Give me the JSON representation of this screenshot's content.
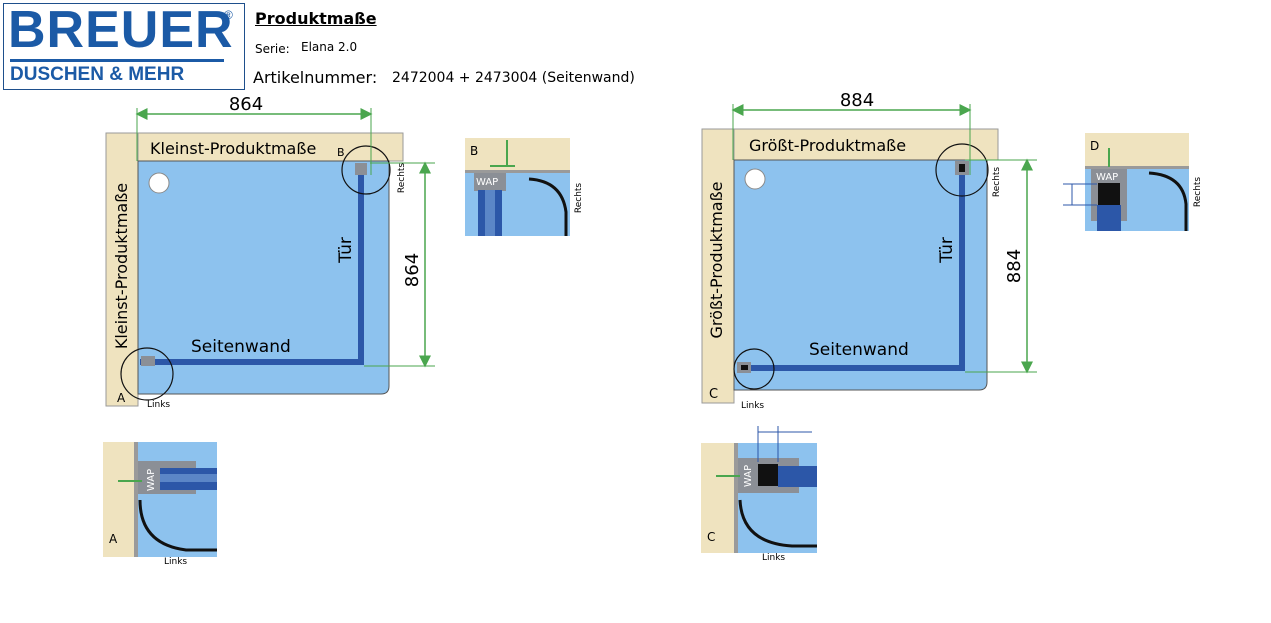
{
  "brand": {
    "line1": "BREUER",
    "line2": "DUSCHEN & MEHR",
    "registered": "®",
    "color": "#1b5aa6"
  },
  "header": {
    "title": "Produktmaße",
    "serie_label": "Serie:",
    "serie_value": "Elana 2.0",
    "artikel_label": "Artikelnummer:",
    "artikel_value": "2472004 + 2473004 (Seitenwand)"
  },
  "colors": {
    "tray": "#8dc2ee",
    "wall": "#efe3bf",
    "profile": "#2c57a8",
    "dimension": "#4aa64e",
    "wap": "#8b8f96"
  },
  "left_diagram": {
    "wall_label_top": "Kleinst-Produktmaße",
    "wall_label_side": "Kleinst-Produktmaße",
    "dim_width": "864",
    "dim_height": "864",
    "door_label": "Tür",
    "side_label": "Seitenwand",
    "corner_a": "A",
    "corner_b": "B",
    "links": "Links",
    "rechts": "Rechts"
  },
  "right_diagram": {
    "wall_label_top": "Größt-Produktmaße",
    "wall_label_side": "Größt-Produktmaße",
    "dim_width": "884",
    "dim_height": "884",
    "door_label": "Tür",
    "side_label": "Seitenwand",
    "corner_c": "C",
    "links": "Links",
    "rechts": "Rechts"
  },
  "details": {
    "b": {
      "letter": "B",
      "wap": "WAP",
      "side": "Rechts"
    },
    "d": {
      "letter": "D",
      "wap": "WAP",
      "side": "Rechts"
    },
    "a": {
      "letter": "A",
      "wap": "WAP",
      "side": "Links"
    },
    "c": {
      "letter": "C",
      "wap": "WAP",
      "side": "Links"
    }
  }
}
